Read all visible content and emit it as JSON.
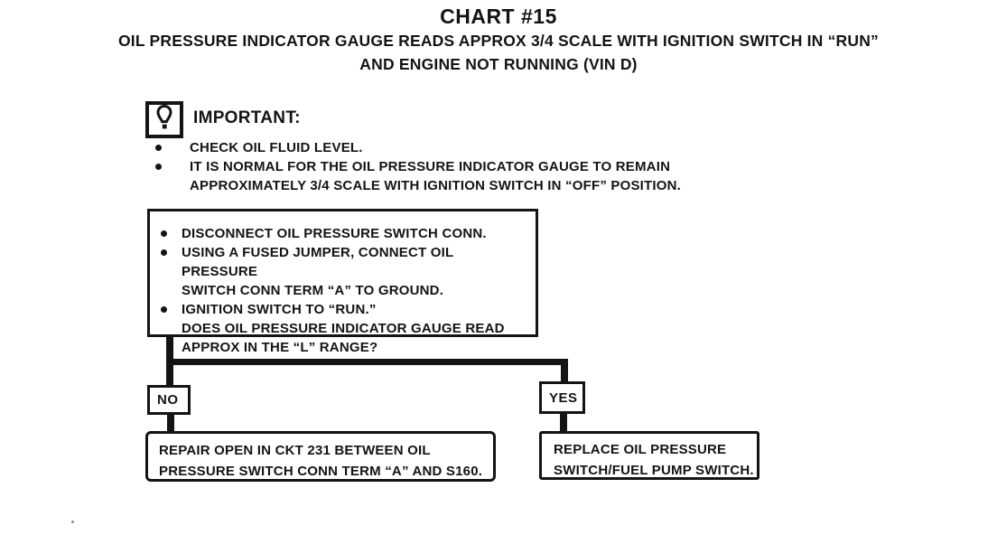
{
  "header": {
    "chart_number": "CHART #15",
    "subtitle_line1": "OIL PRESSURE INDICATOR GAUGE READS APPROX 3/4 SCALE WITH IGNITION SWITCH IN “RUN”",
    "subtitle_line2": "AND ENGINE NOT RUNNING (VIN D)"
  },
  "important": {
    "icon": "exclamation-box-icon",
    "label": "IMPORTANT:",
    "bullets": [
      {
        "lines": [
          "CHECK OIL FLUID LEVEL."
        ]
      },
      {
        "lines": [
          "IT IS NORMAL FOR THE OIL PRESSURE INDICATOR GAUGE TO REMAIN",
          "APPROXIMATELY 3/4 SCALE WITH IGNITION SWITCH IN “OFF” POSITION."
        ]
      }
    ]
  },
  "decision_box": {
    "bullets": [
      {
        "lines": [
          "DISCONNECT OIL PRESSURE SWITCH CONN."
        ]
      },
      {
        "lines": [
          "USING A FUSED JUMPER, CONNECT OIL PRESSURE",
          "SWITCH CONN TERM “A” TO GROUND."
        ]
      },
      {
        "lines": [
          "IGNITION SWITCH TO “RUN.”",
          "DOES OIL PRESSURE INDICATOR GAUGE READ",
          "APPROX IN THE “L” RANGE?"
        ]
      }
    ]
  },
  "branches": {
    "no": {
      "label": "NO",
      "result_lines": [
        "REPAIR OPEN IN CKT 231 BETWEEN OIL",
        "PRESSURE SWITCH CONN TERM “A” AND S160."
      ]
    },
    "yes": {
      "label": "YES",
      "result_lines": [
        "REPLACE OIL PRESSURE",
        "SWITCH/FUEL PUMP SWITCH."
      ]
    }
  },
  "colors": {
    "ink": "#141414",
    "paper": "#ffffff"
  }
}
